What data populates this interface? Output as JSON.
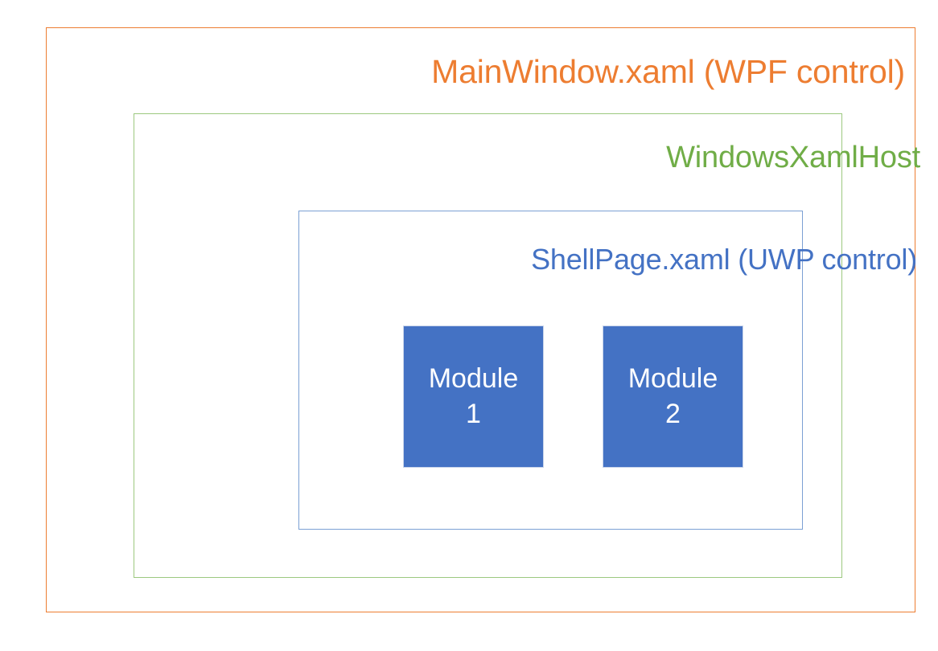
{
  "diagram": {
    "title": "WPF / XAML Island hosting hierarchy",
    "background_color": "#FFFFFF",
    "layers": [
      {
        "id": "wpf",
        "label": "MainWindow.xaml (WPF control)",
        "border_color": "#ED7D31",
        "text_color": "#ED7D31"
      },
      {
        "id": "xamlhost",
        "label": "WindowsXamlHost",
        "border_color": "#9CC97F",
        "text_color": "#70AD47"
      },
      {
        "id": "shellpage",
        "label": "ShellPage.xaml (UWP control)",
        "border_color": "#7BA0D4",
        "text_color": "#4472C4"
      }
    ],
    "modules": [
      {
        "id": "module-1",
        "line1": "Module",
        "line2": "1",
        "fill_color": "#4472C4",
        "text_color": "#FFFFFF"
      },
      {
        "id": "module-2",
        "line1": "Module",
        "line2": "2",
        "fill_color": "#4472C4",
        "text_color": "#FFFFFF"
      }
    ]
  }
}
